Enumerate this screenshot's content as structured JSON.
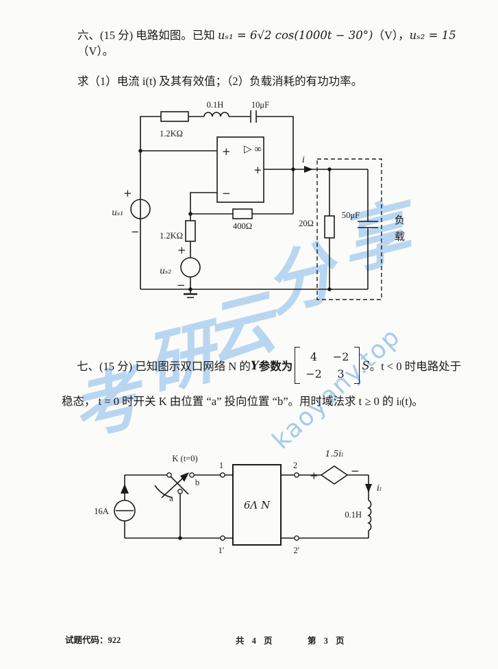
{
  "q6": {
    "l1a": "六、(15 分) 电路如图。已知 ",
    "l1b": "uₛ₁ = 6√2 cos(1000t − 30°)",
    "l1c": "（V），",
    "l1d": "uₛ₂ = 15",
    "l1e": "（V）。",
    "l2": "求（1）电流 i(t) 及其有效值；（2）负载消耗的有功功率。"
  },
  "q7": {
    "l1a": "七、(15 分) 已知图示双口网络 N 的 ",
    "l1b": "Y",
    "l1c": " 参数为",
    "m11": "4",
    "m12": "−2",
    "m21": "−2",
    "m22": "3",
    "l1d": "S",
    "l1e": "。t < 0 时电路处于",
    "l2": "稳态， t = 0 时开关 K 由位置 “a” 投向位置 “b”。用时域法求 t ≥ 0 的 iₗ(t)。"
  },
  "c1": {
    "r_top": "1.2KΩ",
    "ind_top": "0.1H",
    "cap_top": "10μF",
    "opamp": "▷ ∞",
    "us1": "uₛ₁",
    "us2": "uₛ₂",
    "r_mid": "1.2KΩ",
    "r_fb": "400Ω",
    "r_load": "20Ω",
    "cap_load": "50μF",
    "current": "i",
    "load1": "负",
    "load2": "载"
  },
  "c2": {
    "src": "16A",
    "k": "K (t=0)",
    "a": "a",
    "b": "b",
    "t1": "1",
    "t1p": "1′",
    "t2": "2",
    "t2p": "2′",
    "net": "6Λ N",
    "dep": "1.5iₗ",
    "il": "iₗ",
    "ind": "0.1H"
  },
  "sym": {
    "plus": "+",
    "minus": "−"
  },
  "footer": {
    "left": "试题代码：922",
    "center": "共 4 页",
    "right": "第 3 页"
  },
  "watermark": {
    "chars": [
      "考",
      "研",
      "云",
      "分",
      "享"
    ],
    "site": "kaoyany.top"
  }
}
